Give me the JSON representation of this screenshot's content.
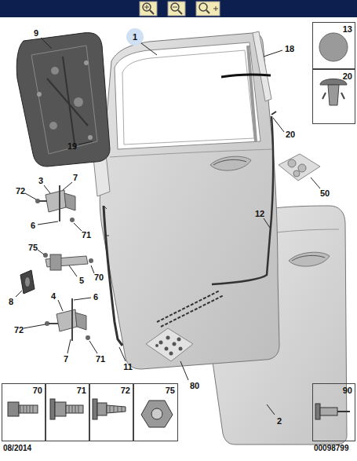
{
  "diagram": {
    "nodes": [
      {
        "text": [
          "13"
        ]
      },
      {
        "text": [
          "20"
        ]
      },
      {
        "text": [
          "70"
        ]
      },
      {
        "text": [
          "71"
        ]
      },
      {
        "text": [
          "72"
        ]
      },
      {
        "text": [
          "75"
        ]
      },
      {
        "text": [
          "90"
        ]
      }
    ],
    "labels": [
      "1",
      "9",
      "18",
      "19",
      "20",
      "50",
      "3",
      "7",
      "72",
      "6",
      "71",
      "75",
      "5",
      "70",
      "8",
      "4",
      "6",
      "72",
      "7",
      "71",
      "11",
      "80",
      "12",
      "2",
      "08/2014",
      "00098799"
    ]
  }
}
